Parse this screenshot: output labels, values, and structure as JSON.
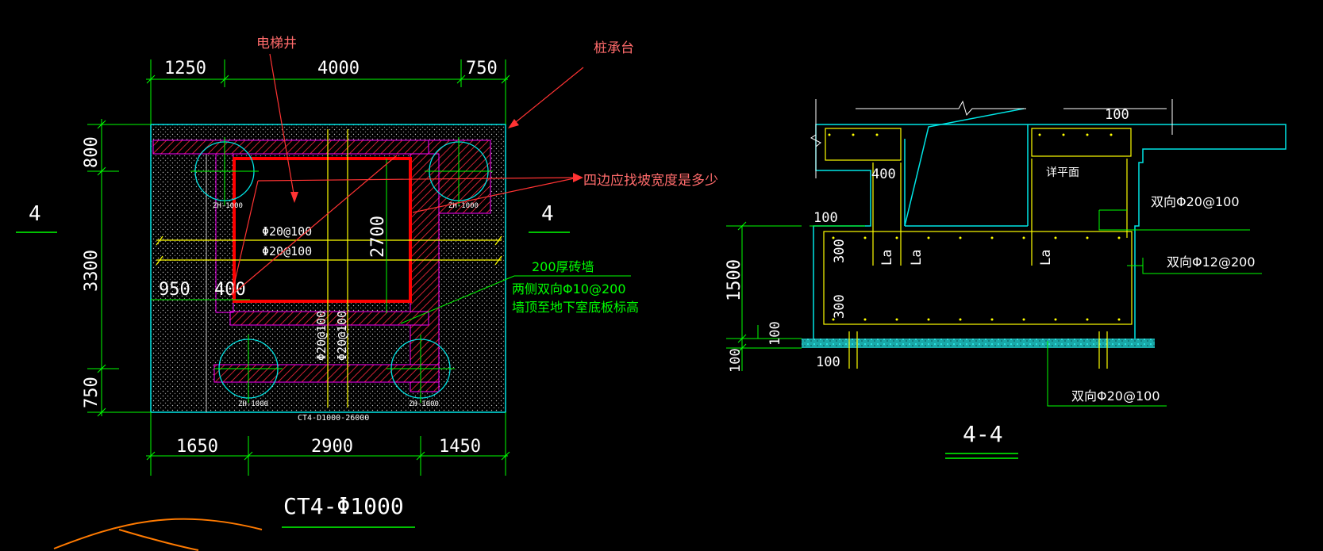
{
  "plan": {
    "section_mark_left": "4",
    "section_mark_right": "4",
    "top_dims": [
      "1250",
      "4000",
      "750"
    ],
    "bottom_dims": [
      "1650",
      "2900",
      "1450"
    ],
    "left_dims": [
      "800",
      "3300",
      "750"
    ],
    "inner_dims": {
      "left_950": "950",
      "left_400": "400",
      "vert_2700": "2700"
    },
    "rebar_h1": "Φ20@100",
    "rebar_h2": "Φ20@100",
    "rebar_v1": "Φ20@100",
    "rebar_v2": "Φ20@100",
    "pile_tag": "ZH-1000",
    "cap_code": "CT4-D1000-26000",
    "title": "CT4-Φ1000"
  },
  "annotations": {
    "elevator_shaft": "电梯井",
    "pile_cap": "桩承台",
    "question": "四边应找坡宽度是多少",
    "wall_line1": "200厚砖墙",
    "wall_line2": "两侧双向Φ10@200",
    "wall_line3": "墙顶至地下室底板标高"
  },
  "section": {
    "top_100": "100",
    "dim_400": "400",
    "detail_plan": "详平面",
    "dim_100_left": "100",
    "rebar_r1": "双向Φ20@100",
    "rebar_r2": "双向Φ12@200",
    "rebar_r3": "双向Φ20@100",
    "dim_300a": "300",
    "dim_300b": "300",
    "la1": "La",
    "la2": "La",
    "la3": "La",
    "dim_1500": "1500",
    "dim_100v": "100",
    "dim_100v2": "100",
    "dim_100_bottom": "100",
    "title": "4-4"
  },
  "colors": {
    "background": "#000000",
    "green_line": "#00ff00",
    "cyan_line": "#00e5e5",
    "yellow_line": "#ffff00",
    "magenta_line": "#ff00ff",
    "red_outline": "#ff0000",
    "hatch_red": "#cc2233",
    "note_red": "#ff6b6b",
    "ground_cyan": "#19c7c7"
  }
}
